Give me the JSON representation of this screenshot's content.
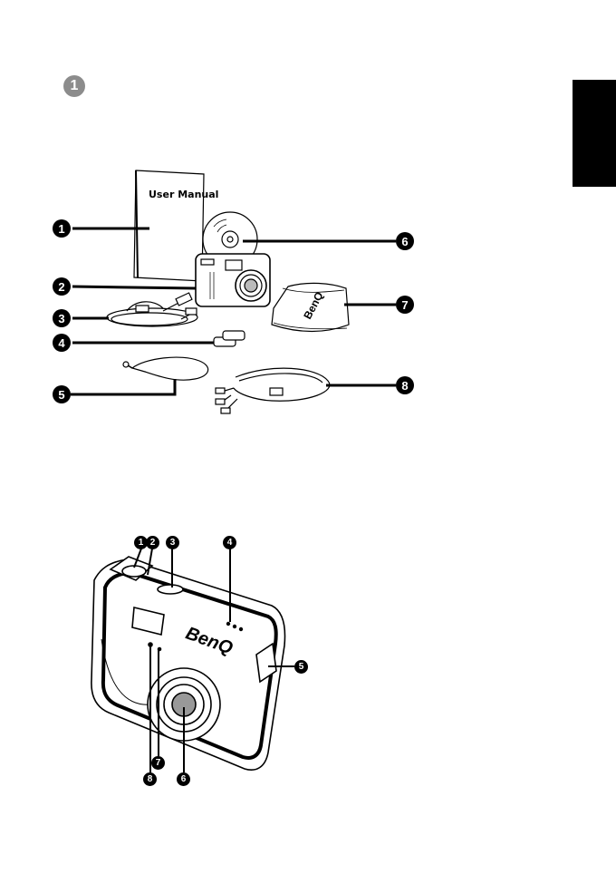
{
  "chapter": {
    "number": "1"
  },
  "package": {
    "manual_cover_title": "User Manual",
    "callouts": [
      "1",
      "2",
      "3",
      "4",
      "5",
      "6",
      "7",
      "8"
    ]
  },
  "camera_front": {
    "brand": "BenQ",
    "callouts": [
      "1",
      "2",
      "3",
      "4",
      "5",
      "6",
      "7",
      "8"
    ]
  }
}
